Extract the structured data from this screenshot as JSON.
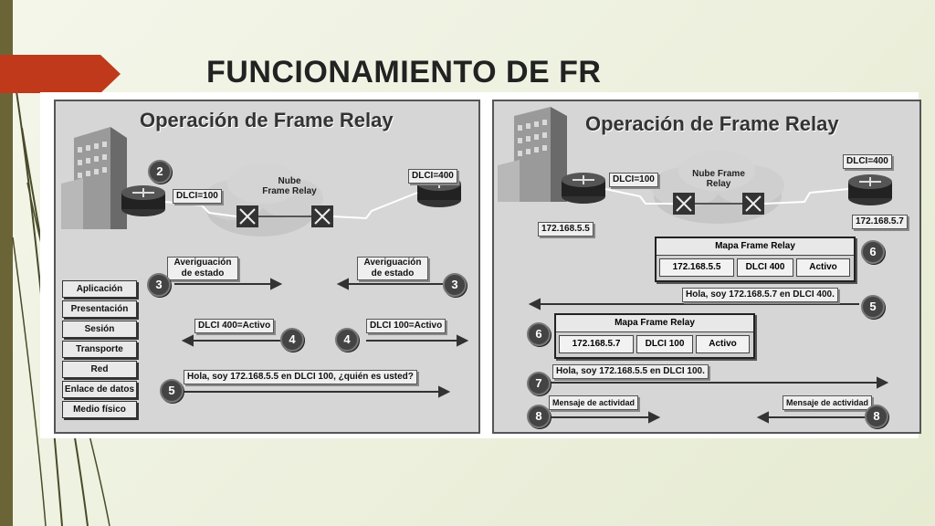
{
  "slide_title": "FUNCIONAMIENTO DE FR",
  "left": {
    "title": "Operación de Frame Relay",
    "dlci_left": "DLCI=100",
    "dlci_right": "DLCI=400",
    "cloud": "Nube\nFrame Relay",
    "inq_left": "Averiguación\nde estado",
    "inq_right": "Averiguación\nde estado",
    "status_left": "DLCI 400=Activo",
    "status_right": "DLCI 100=Activo",
    "hello": "Hola, soy 172.168.5.5 en DLCI 100, ¿quién es usted?",
    "steps": [
      "2",
      "3",
      "3",
      "4",
      "4",
      "5"
    ],
    "osi_layers": [
      "Aplicación",
      "Presentación",
      "Sesión",
      "Transporte",
      "Red",
      "Enlace de datos",
      "Medio físico"
    ]
  },
  "right": {
    "title": "Operación de Frame Relay",
    "dlci_left": "DLCI=100",
    "dlci_right": "DLCI=400",
    "cloud": "Nube Frame\nRelay",
    "ip_left": "172.168.5.5",
    "ip_right": "172.168.5.7",
    "map_top": {
      "title": "Mapa Frame Relay",
      "ip": "172.168.5.5",
      "dlci": "DLCI 400",
      "state": "Activo"
    },
    "hello_top": "Hola, soy 172.168.5.7 en DLCI 400.",
    "map_bottom": {
      "title": "Mapa Frame Relay",
      "ip": "172.168.5.7",
      "dlci": "DLCI 100",
      "state": "Activo"
    },
    "hello_bottom": "Hola, soy 172.168.5.5 en DLCI 100.",
    "keepalive_left": "Mensaje de actividad",
    "keepalive_right": "Mensaje de actividad",
    "steps": [
      "6",
      "5",
      "6",
      "7",
      "8",
      "8"
    ]
  }
}
